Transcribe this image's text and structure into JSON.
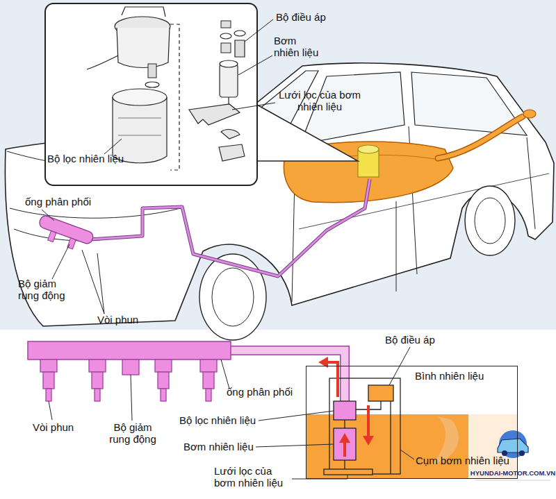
{
  "diagram": {
    "nodes": [
      {
        "text": [
          "Bình nhiên liệu"
        ]
      }
    ],
    "labels": [
      "Bộ điều áp",
      "Bơm nhiên liệu",
      "Lưới lọc của bơm nhiên liệu",
      "Bộ lọc nhiên liệu",
      "ống phân phối",
      "Bộ giảm rung động",
      "Vòi phun",
      "Bộ điều áp",
      "ống phân phối",
      "Bộ lọc nhiên liệu",
      "Vòi phun",
      "Bộ giảm rung động",
      "Bơm nhiên liệu",
      "Cụm bơm nhiên liệu",
      "Lưới lọc của bơm nhiên liệu",
      "HYUNDAI-MOTOR.COM.VN"
    ]
  }
}
